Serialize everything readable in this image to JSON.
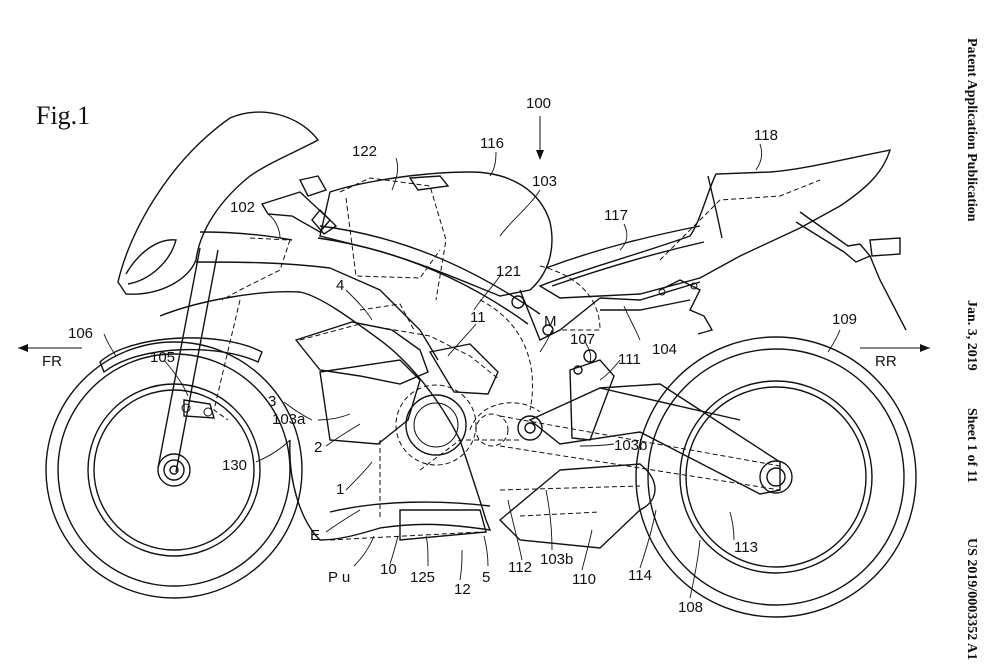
{
  "figure_label": "Fig.1",
  "side_header": {
    "publication": "Patent Application Publication",
    "date": "Jan. 3, 2019",
    "sheet": "Sheet 1 of 11",
    "number": "US 2019/0003352 A1"
  },
  "direction": {
    "front": "FR",
    "rear": "RR"
  },
  "labels": {
    "l100": "100",
    "l116": "116",
    "l118": "118",
    "l122": "122",
    "l103": "103",
    "l102": "102",
    "l117": "117",
    "l121": "121",
    "l4": "4",
    "l11": "11",
    "lM": "M",
    "l106": "106",
    "l109": "109",
    "l105": "105",
    "l107": "107",
    "l104": "104",
    "l111": "111",
    "l3": "3",
    "l103a": "103a",
    "l2": "2",
    "l103b_top": "103b",
    "l130": "130",
    "l1": "1",
    "lE": "E",
    "l113": "113",
    "l10": "10",
    "l125": "125",
    "l12": "12",
    "l5": "5",
    "l112": "112",
    "l103b_bot": "103b",
    "l110": "110",
    "l114": "114",
    "lPu": "P u",
    "l108": "108"
  }
}
